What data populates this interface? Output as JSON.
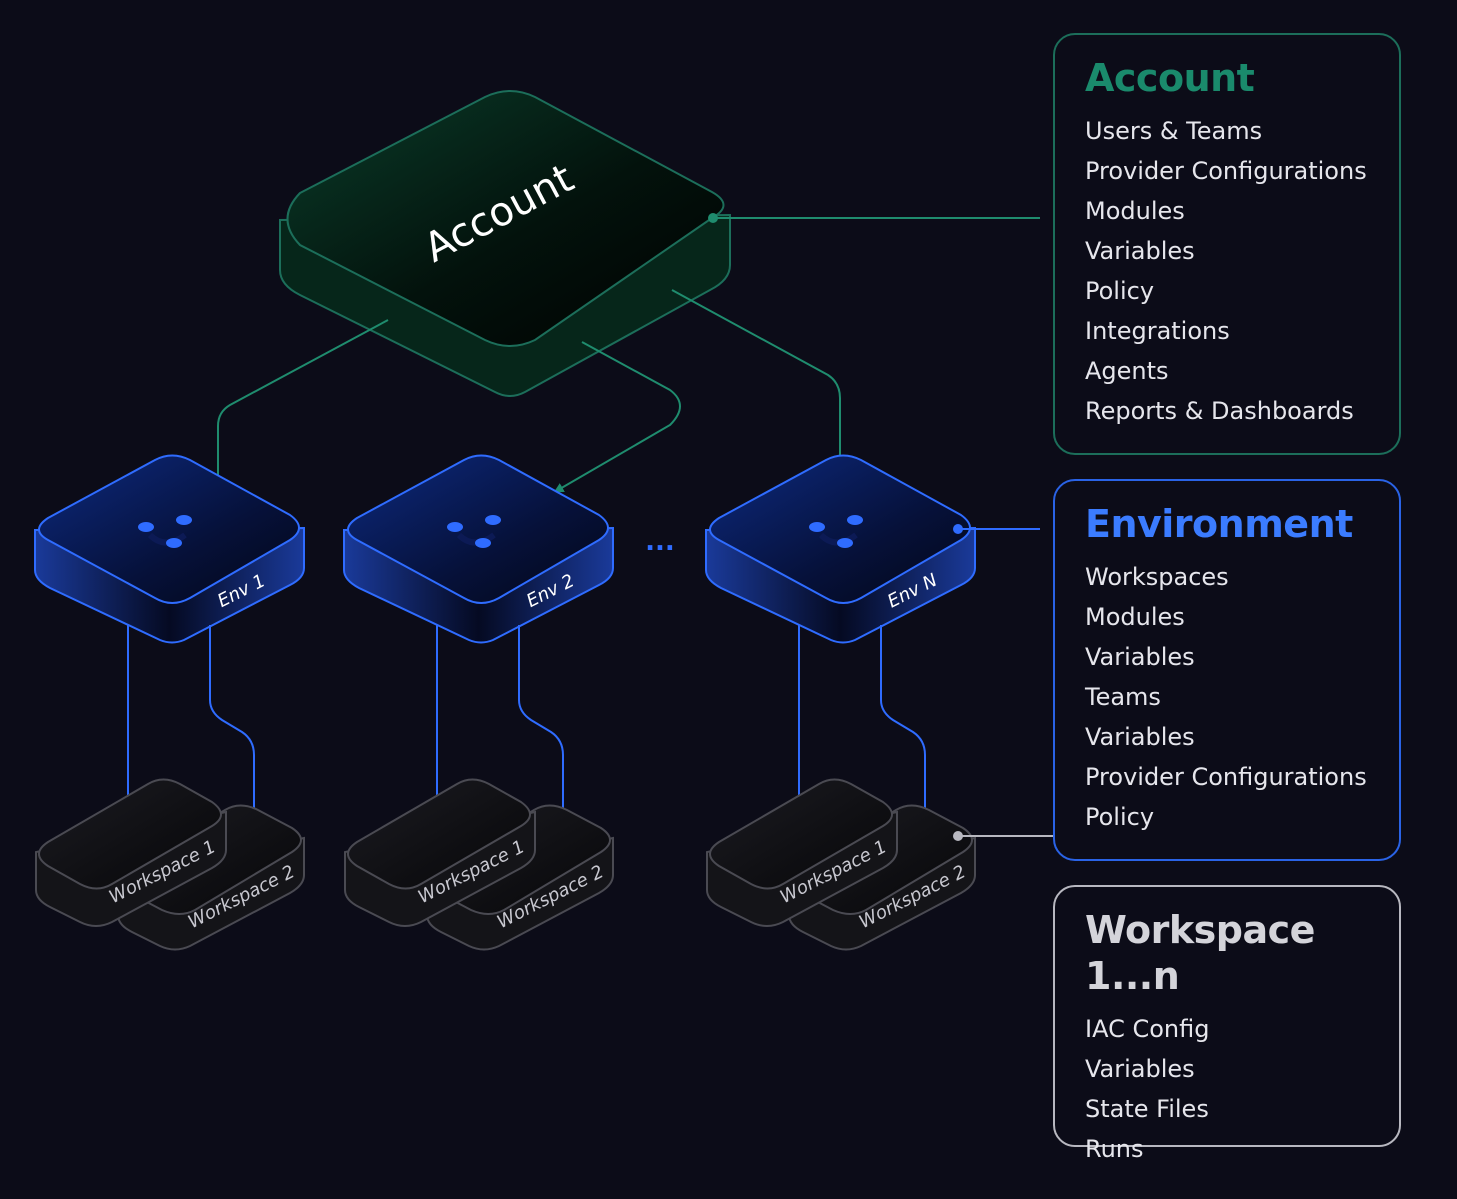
{
  "diagram": {
    "account_node": {
      "label": "Account"
    },
    "environments": [
      {
        "label": "Env 1"
      },
      {
        "label": "Env 2"
      },
      {
        "label": "Env N"
      }
    ],
    "ellipsis": "...",
    "workspace_labels": [
      "Workspace 1",
      "Workspace 2"
    ]
  },
  "panels": {
    "account": {
      "title": "Account",
      "items": [
        "Users & Teams",
        "Provider Configurations",
        "Modules",
        "Variables",
        "Policy",
        "Integrations",
        "Agents",
        "Reports & Dashboards"
      ]
    },
    "environment": {
      "title": "Environment",
      "items": [
        "Workspaces",
        "Modules",
        "Variables",
        "Teams",
        "Variables",
        "Provider Configurations",
        "Policy"
      ]
    },
    "workspace": {
      "title": "Workspace 1...n",
      "items": [
        "IAC Config",
        "Variables",
        "State Files",
        "Runs"
      ]
    }
  },
  "colors": {
    "background": "#0c0c18",
    "account": "#1c6e5a",
    "environment": "#2a63e6",
    "workspace": "#b8b8c0"
  }
}
